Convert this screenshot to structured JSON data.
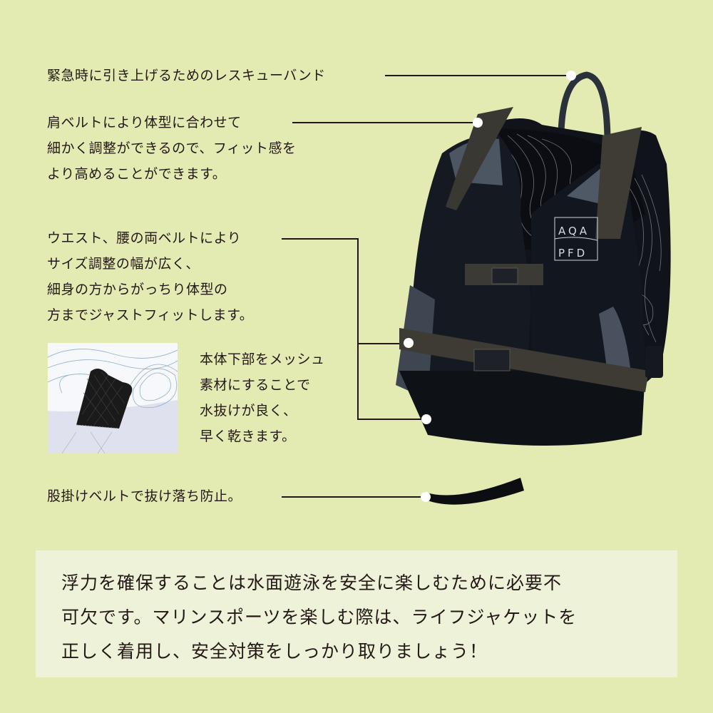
{
  "callouts": {
    "rescue_band": {
      "lines": [
        "緊急時に引き上げるためのレスキューバンド"
      ]
    },
    "shoulder_belt": {
      "lines": [
        "肩ベルトにより体型に合わせて",
        "細かく調整ができるので、フィット感を",
        "より高めることができます。"
      ]
    },
    "waist_belt": {
      "lines": [
        "ウエスト、腰の両ベルトにより",
        "サイズ調整の幅が広く、",
        "細身の方からがっちり体型の",
        "方までジャストフィットします。"
      ]
    },
    "mesh": {
      "lines": [
        "本体下部をメッシュ",
        "素材にすることで",
        "水抜けが良く、",
        "早く乾きます。"
      ]
    },
    "crotch_belt": {
      "lines": [
        "股掛けベルトで抜け落ち防止。"
      ]
    }
  },
  "product": {
    "logo_top": "AQA",
    "logo_bottom": "PFD"
  },
  "footer": {
    "lines": [
      "浮力を確保することは水面遊泳を安全に楽しむために必要不",
      "可欠です。マリンスポーツを楽しむ際は、ライフジャケットを",
      "正しく着用し、安全対策をしっかり取りましょう！"
    ]
  },
  "colors": {
    "background": "#e3eab2",
    "footer_box": "#edf2d8",
    "text": "#231815",
    "buckle_accent": "#e8602c"
  }
}
